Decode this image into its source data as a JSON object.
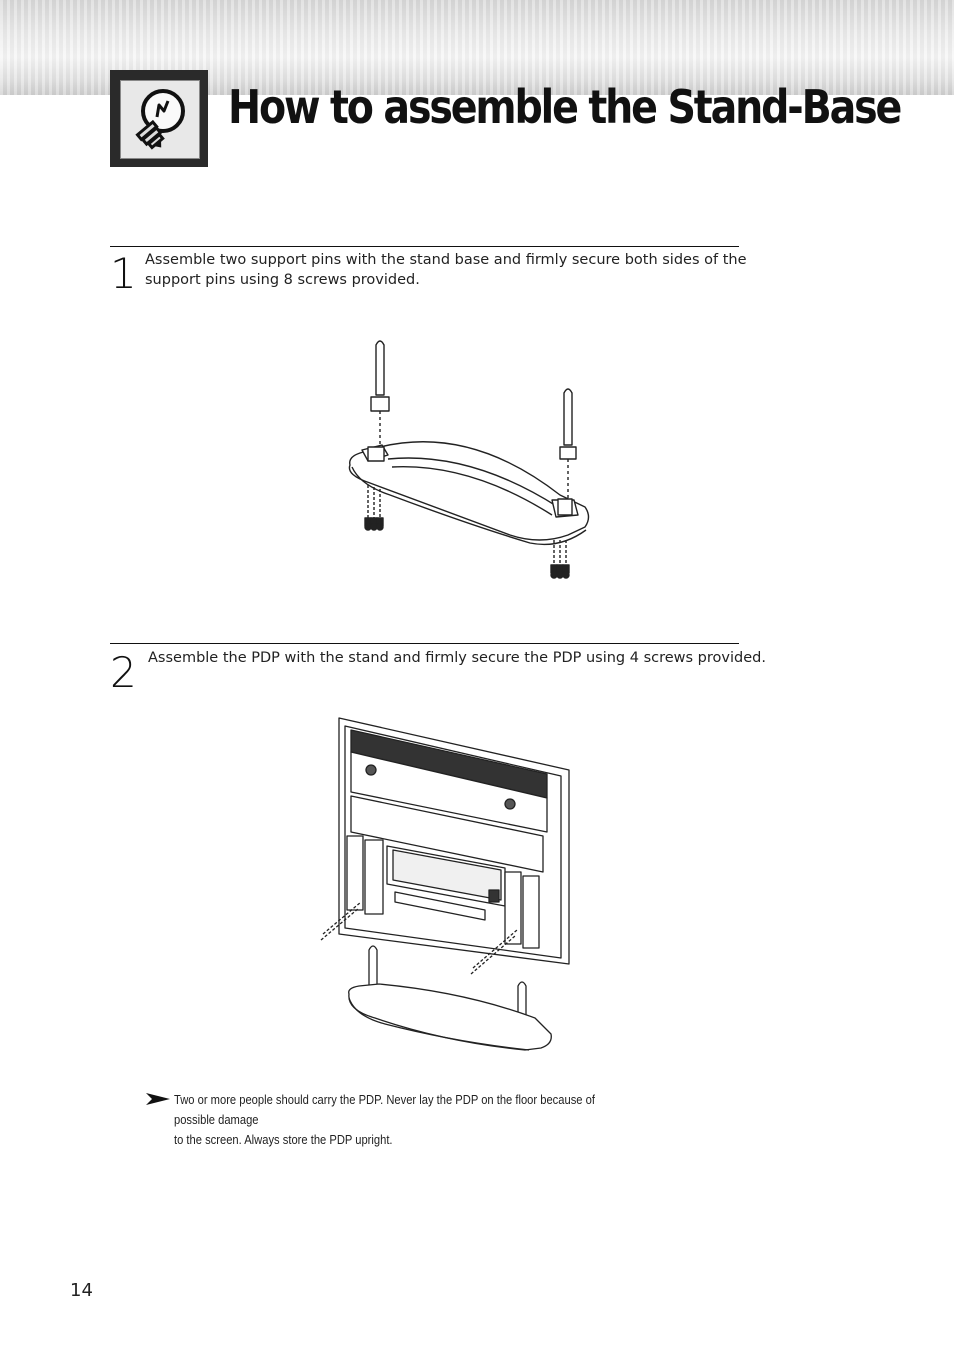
{
  "header": {
    "title": "How to assemble the Stand-Base",
    "icon": "lightbulb-icon"
  },
  "steps": [
    {
      "number": "1",
      "text_line1": "Assemble two support pins with the stand base and firmly secure both sides of the",
      "text_line2": "support pins using 8 screws provided.",
      "figure": "stand-base-with-support-pins-illustration"
    },
    {
      "number": "2",
      "text": "Assemble the PDP with the stand and firmly secure the PDP using 4 screws provided.",
      "figure": "pdp-mounted-on-stand-illustration"
    }
  ],
  "note": {
    "icon": "arrow-note-icon",
    "line1": "Two or more people should carry the PDP. Never lay the PDP on the floor because of possible damage",
    "line2": "to the screen. Always store the PDP upright."
  },
  "footer": {
    "page_number": "14"
  }
}
